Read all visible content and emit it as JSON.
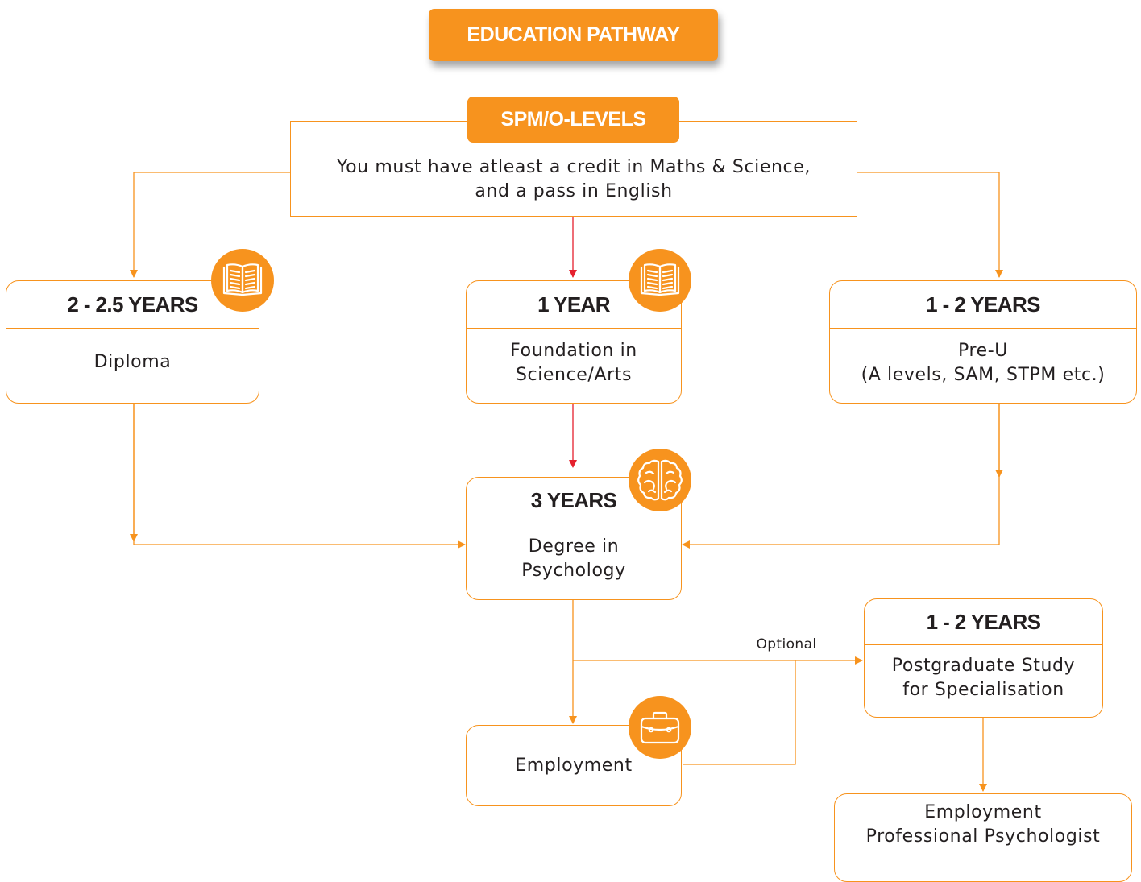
{
  "title": "EDUCATION PATHWAY",
  "entry": {
    "label": "SPM/O-LEVELS",
    "requirement_line1": "You must have atleast  a credit in Maths & Science,",
    "requirement_line2": "and a pass in English"
  },
  "diploma": {
    "duration": "2 - 2.5 YEARS",
    "name": "Diploma",
    "icon": "book-icon"
  },
  "foundation": {
    "duration": "1 YEAR",
    "name_line1": "Foundation in",
    "name_line2": "Science/Arts",
    "icon": "book-icon"
  },
  "preu": {
    "duration": "1 - 2 YEARS",
    "name_line1": "Pre-U",
    "name_line2": "(A levels, SAM, STPM etc.)"
  },
  "degree": {
    "duration": "3 YEARS",
    "name_line1": "Degree in",
    "name_line2": "Psychology",
    "icon": "brain-icon"
  },
  "postgraduate": {
    "duration": "1 - 2 YEARS",
    "name_line1": "Postgraduate Study",
    "name_line2": "for Specialisation"
  },
  "employment": {
    "name": "Employment",
    "icon": "briefcase-icon"
  },
  "professional": {
    "name_line1": "Employment",
    "name_line2": "Professional Psychologist"
  },
  "optional_label": "Optional",
  "colors": {
    "accent": "#f7931e",
    "highlight_arrow": "#e5202e",
    "text": "#231f20"
  }
}
